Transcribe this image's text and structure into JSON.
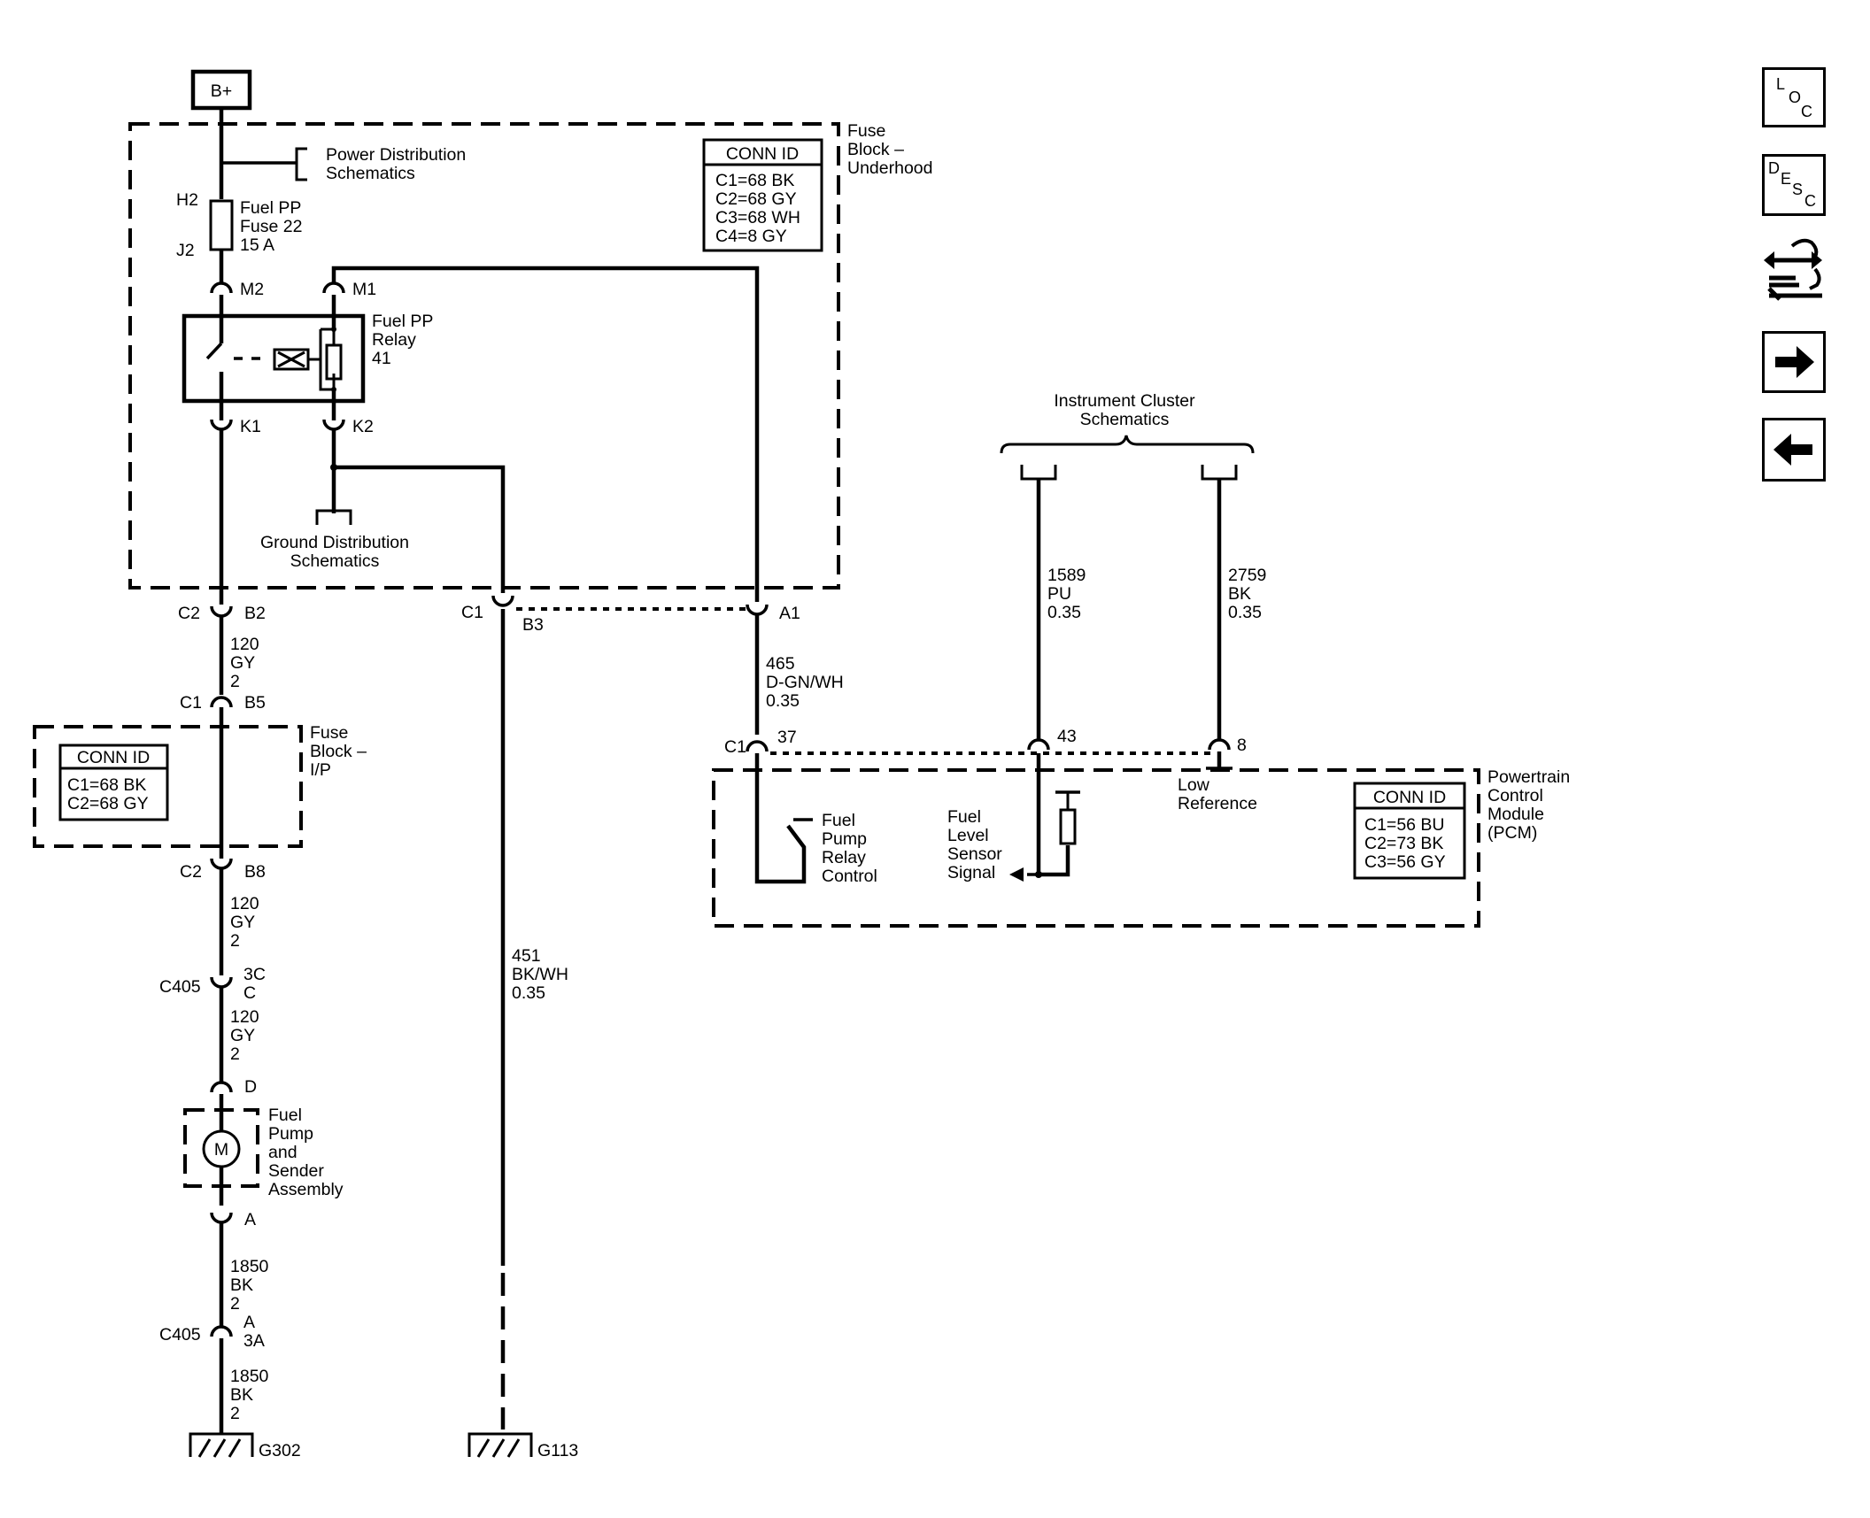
{
  "power": {
    "label": "B+"
  },
  "fuse_block_underhood": {
    "label_lines": [
      "Fuse",
      "Block –",
      "Underhood"
    ],
    "conn_id": {
      "title": "CONN ID",
      "lines": [
        "C1=68 BK",
        "C2=68 GY",
        "C3=68 WH",
        "C4=8 GY"
      ]
    }
  },
  "power_distribution": {
    "lines": [
      "Power Distribution",
      "Schematics"
    ]
  },
  "fuse": {
    "top_pin": "H2",
    "bottom_pin": "J2",
    "lines": [
      "Fuel PP",
      "Fuse 22",
      "15 A"
    ]
  },
  "relay": {
    "lines": [
      "Fuel PP",
      "Relay",
      "41"
    ],
    "pins": {
      "m2": "M2",
      "m1": "M1",
      "k1": "K1",
      "k2": "K2"
    }
  },
  "ground_distribution": {
    "lines": [
      "Ground Distribution",
      "Schematics"
    ]
  },
  "connectors": {
    "c2_b2": {
      "left": "C2",
      "right": "B2"
    },
    "c1_b3": {
      "left": "C1",
      "right": "B3"
    },
    "a1": "A1",
    "c1_b5": {
      "left": "C1",
      "right": "B5"
    },
    "c2_b8": {
      "left": "C2",
      "right": "B8"
    },
    "c405_upper": {
      "left": "C405",
      "right_lines": [
        "3C",
        "C"
      ]
    },
    "d": "D",
    "a": "A",
    "c405_lower": {
      "left": "C405",
      "right_lines": [
        "A",
        "3A"
      ]
    },
    "pcm_c1": "C1",
    "pcm_37": "37",
    "pcm_43": "43",
    "pcm_8": "8"
  },
  "wires": {
    "w120_a": [
      "120",
      "GY",
      "2"
    ],
    "w120_b": [
      "120",
      "GY",
      "2"
    ],
    "w120_c": [
      "120",
      "GY",
      "2"
    ],
    "w1850_a": [
      "1850",
      "BK",
      "2"
    ],
    "w1850_b": [
      "1850",
      "BK",
      "2"
    ],
    "w451": [
      "451",
      "BK/WH",
      "0.35"
    ],
    "w465": [
      "465",
      "D-GN/WH",
      "0.35"
    ],
    "w1589": [
      "1589",
      "PU",
      "0.35"
    ],
    "w2759": [
      "2759",
      "BK",
      "0.35"
    ]
  },
  "fuse_block_ip": {
    "label_lines": [
      "Fuse",
      "Block –",
      "I/P"
    ],
    "conn_id": {
      "title": "CONN ID",
      "lines": [
        "C1=68 BK",
        "C2=68 GY"
      ]
    }
  },
  "fuel_pump": {
    "motor_label": "M",
    "lines": [
      "Fuel",
      "Pump",
      "and",
      "Sender",
      "Assembly"
    ]
  },
  "grounds": {
    "g302": "G302",
    "g113": "G113"
  },
  "instrument_cluster": {
    "lines": [
      "Instrument Cluster",
      "Schematics"
    ]
  },
  "pcm": {
    "label_lines": [
      "Powertrain",
      "Control",
      "Module",
      "(PCM)"
    ],
    "conn_id": {
      "title": "CONN ID",
      "lines": [
        "C1=56 BU",
        "C2=73 BK",
        "C3=56 GY"
      ]
    },
    "relay_control": [
      "Fuel",
      "Pump",
      "Relay",
      "Control"
    ],
    "sensor_signal": [
      "Fuel",
      "Level",
      "Sensor",
      "Signal"
    ],
    "low_reference": [
      "Low",
      "Reference"
    ]
  },
  "nav": {
    "loc": [
      "L",
      "O",
      "C"
    ],
    "desc": [
      "D",
      "E",
      "S",
      "C"
    ],
    "icons": [
      "connector-views-icon",
      "next-page-arrow-icon",
      "previous-page-arrow-icon"
    ]
  }
}
